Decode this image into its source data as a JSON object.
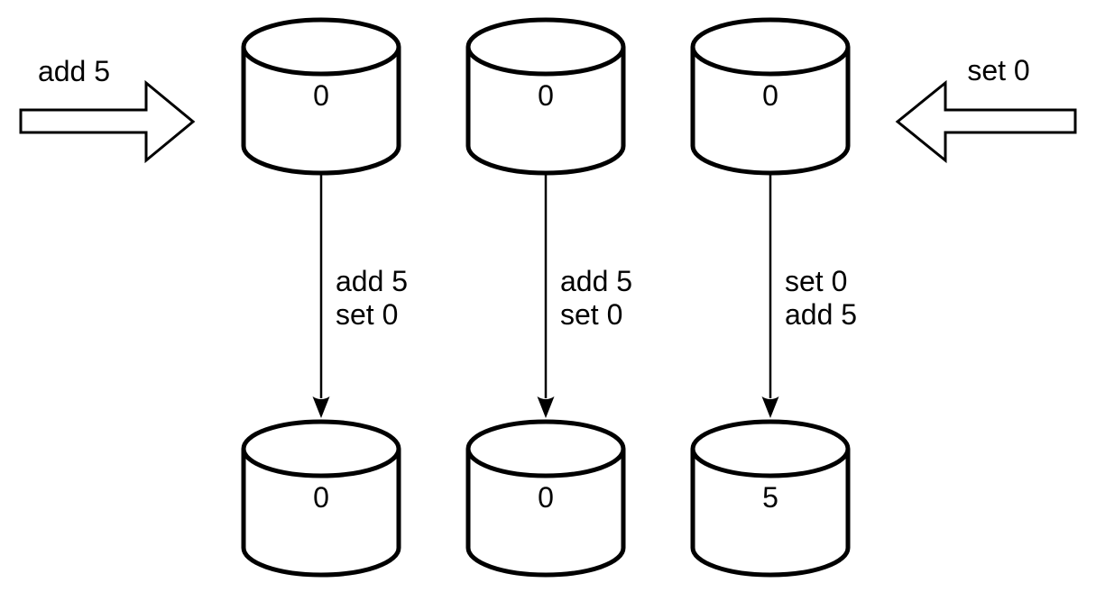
{
  "diagram": {
    "description": "Replication divergence diagram: three database replicas receive the same operations in different orders",
    "colors": {
      "stroke": "#000000",
      "shape_fill": "#ffffff",
      "background": "#ffffff",
      "text": "#000000"
    },
    "left_input": {
      "label": "add 5",
      "direction": "right"
    },
    "right_input": {
      "label": "set 0",
      "direction": "left"
    },
    "replicas": [
      {
        "initial_value": "0",
        "operations": [
          "add 5",
          "set 0"
        ],
        "final_value": "0"
      },
      {
        "initial_value": "0",
        "operations": [
          "add 5",
          "set 0"
        ],
        "final_value": "0"
      },
      {
        "initial_value": "0",
        "operations": [
          "set 0",
          "add 5"
        ],
        "final_value": "5"
      }
    ]
  }
}
